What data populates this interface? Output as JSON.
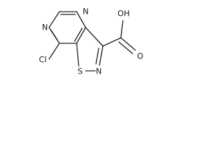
{
  "molecule": {
    "atoms": [
      {
        "symbol": "N"
      },
      {
        "symbol": "N"
      },
      {
        "symbol": "Cl"
      },
      {
        "symbol": "S"
      },
      {
        "symbol": "N"
      },
      {
        "symbol": "OH"
      },
      {
        "symbol": "O"
      }
    ]
  }
}
